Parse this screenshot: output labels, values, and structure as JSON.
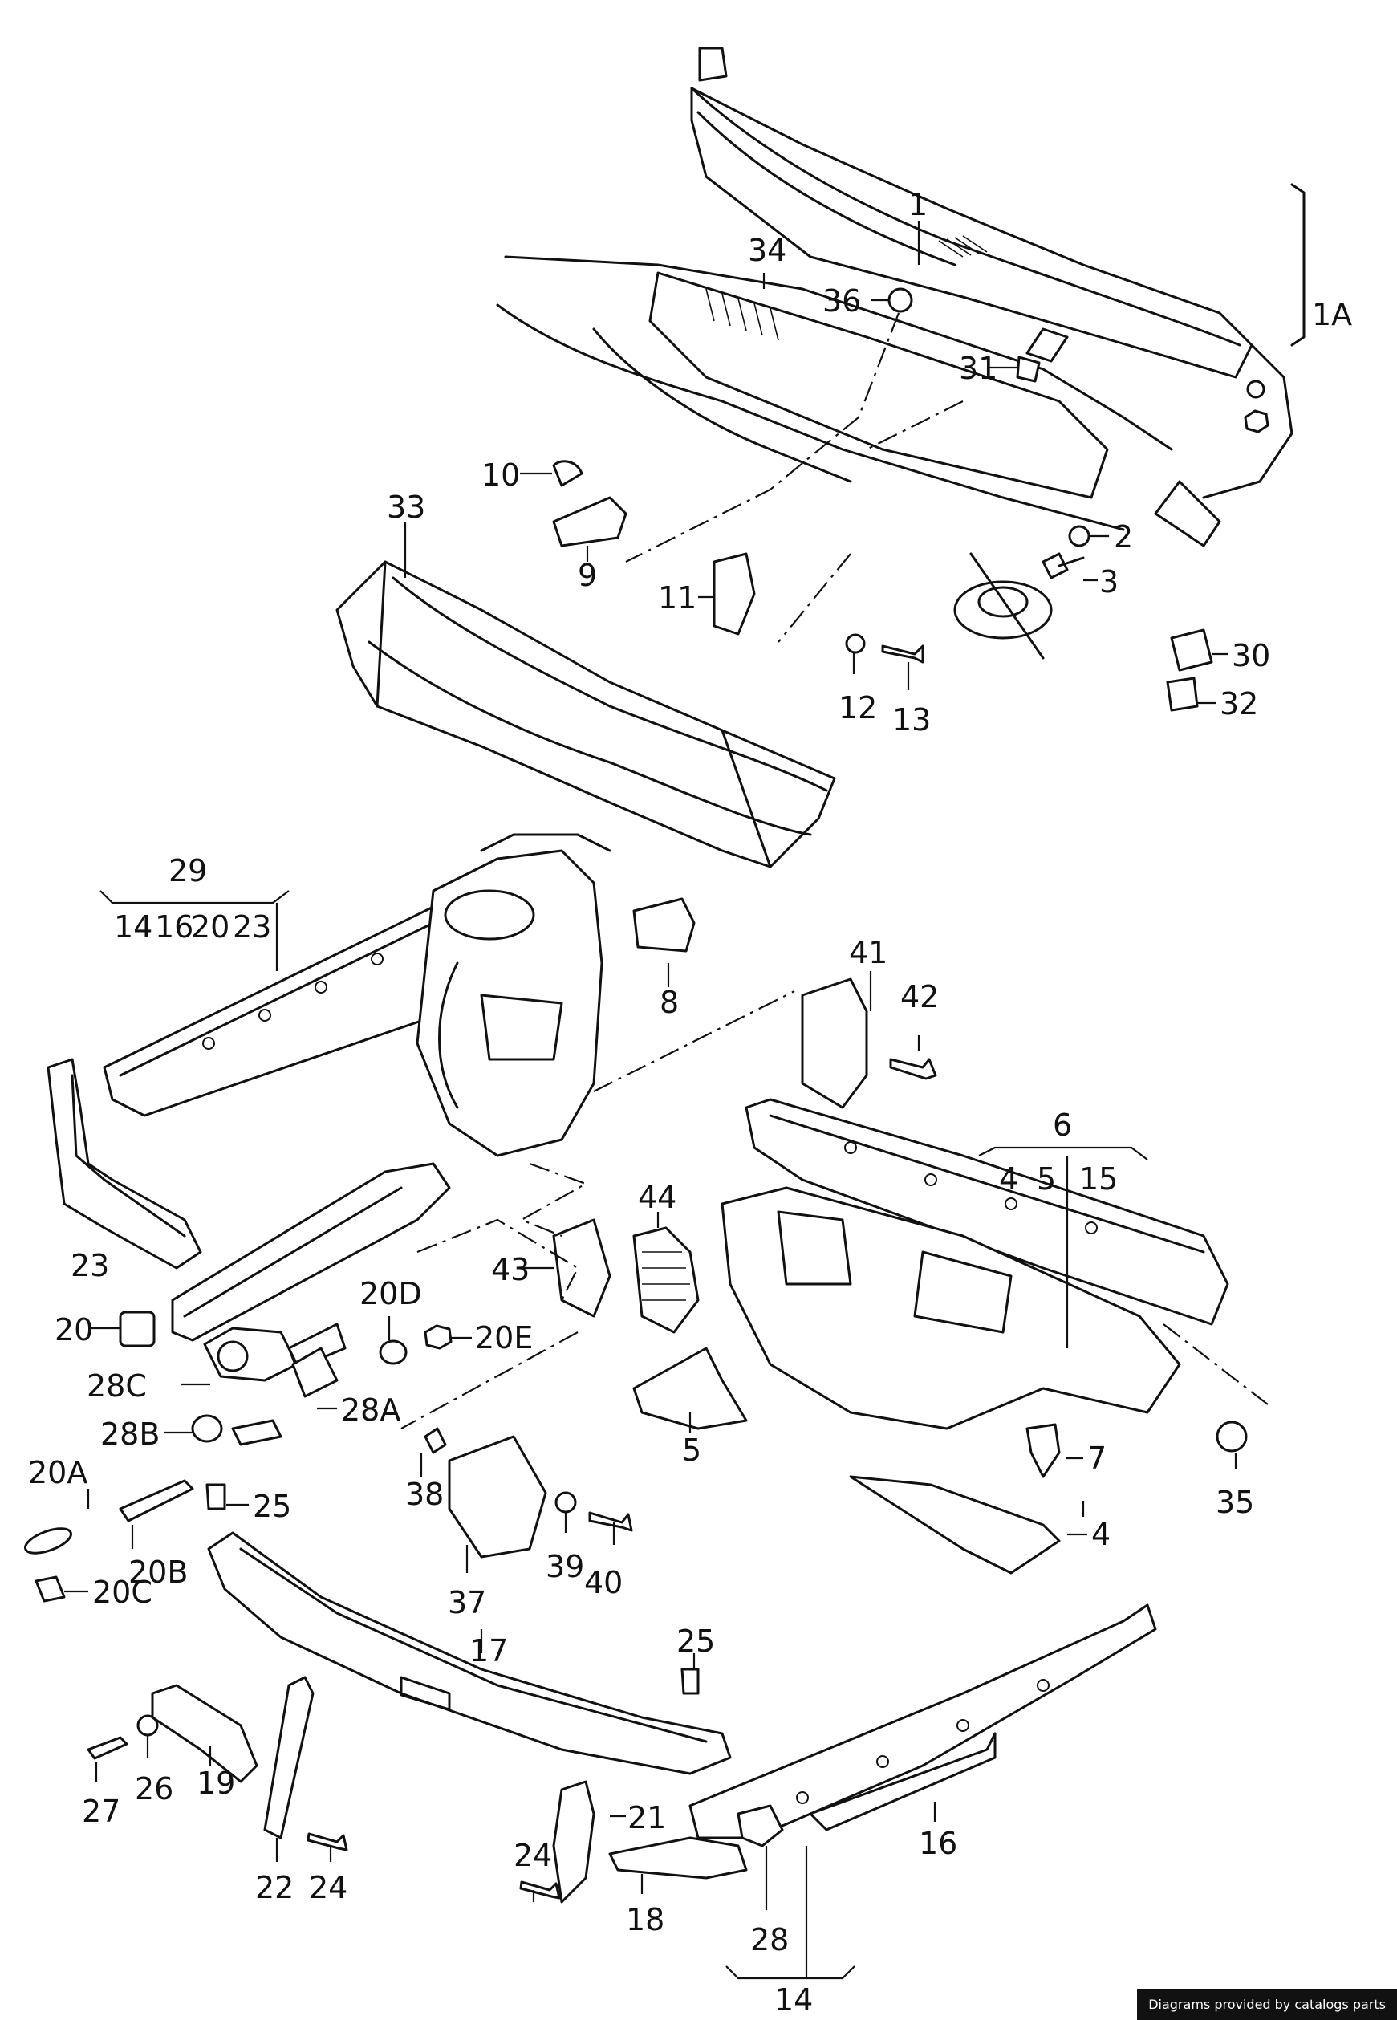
{
  "callouts": {
    "c1": "1",
    "c1A": "1A",
    "c2": "2",
    "c3": "3",
    "c4a": "4",
    "c4b": "4",
    "c5a": "5",
    "c5b": "5",
    "c6": "6",
    "c7": "7",
    "c8": "8",
    "c9": "9",
    "c10": "10",
    "c11": "11",
    "c12": "12",
    "c13": "13",
    "c14a": "14",
    "c14b": "14",
    "c15": "15",
    "c16a": "16",
    "c16b": "16",
    "c17": "17",
    "c18": "18",
    "c19": "19",
    "c20": "20",
    "c20A": "20A",
    "c20B": "20B",
    "c20C": "20C",
    "c20D": "20D",
    "c20E": "20E",
    "c20x": "20",
    "c21": "21",
    "c22": "22",
    "c23a": "23",
    "c23b": "23",
    "c24a": "24",
    "c24b": "24",
    "c25a": "25",
    "c25b": "25",
    "c26": "26",
    "c27": "27",
    "c28": "28",
    "c28A": "28A",
    "c28B": "28B",
    "c28C": "28C",
    "c29": "29",
    "c30": "30",
    "c31": "31",
    "c32": "32",
    "c33": "33",
    "c34": "34",
    "c35": "35",
    "c36": "36",
    "c37": "37",
    "c38": "38",
    "c39": "39",
    "c40": "40",
    "c41": "41",
    "c42": "42",
    "c43": "43",
    "c44": "44"
  },
  "credit": "Diagrams provided by catalogs parts"
}
